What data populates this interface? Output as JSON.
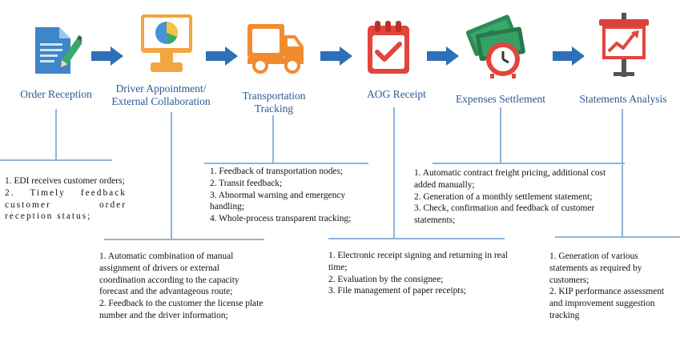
{
  "stages": [
    {
      "icon": "document-pen-icon",
      "label": "Order Reception"
    },
    {
      "icon": "monitor-pie-chart-icon",
      "label_lines": [
        "Driver Appointment/",
        "External Collaboration"
      ]
    },
    {
      "icon": "truck-icon",
      "label_lines": [
        "Transportation",
        "Tracking"
      ]
    },
    {
      "icon": "calendar-check-icon",
      "label": "AOG Receipt"
    },
    {
      "icon": "money-clock-icon",
      "label": "Expenses Settlement"
    },
    {
      "icon": "presentation-chart-icon",
      "label": "Statements Analysis"
    }
  ],
  "details": {
    "order_reception": [
      "1. EDI receives customer orders;",
      "2. Timely feedback customer order reception status;"
    ],
    "driver_appointment": [
      "1. Automatic combination of manual assignment of drivers or external coordination according to the capacity forecast and the advantageous route;",
      "2. Feedback to the customer the license plate number and the driver information;"
    ],
    "transportation_tracking": [
      "1. Feedback of transportation nodes;",
      "2. Transit feedback;",
      "3. Abnormal warning and emergency handling;",
      "4. Whole-process transparent tracking;"
    ],
    "aog_receipt": [
      "1. Electronic receipt signing and returning in real time;",
      "2. Evaluation by the consignee;",
      "3. File management of paper receipts;"
    ],
    "expenses_settlement": [
      "1. Automatic contract freight pricing, additional cost added manually;",
      "2. Generation of a monthly settlement statement;",
      "3. Check, confirmation and feedback of customer statements;"
    ],
    "statements_analysis": [
      "1. Generation of various statements as required by customers;",
      "2. KIP performance assessment and improvement suggestion tracking"
    ]
  },
  "colors": {
    "label": "#2b5a93",
    "arrow": "#2e6fb8",
    "connector": "#8fb4d9"
  }
}
